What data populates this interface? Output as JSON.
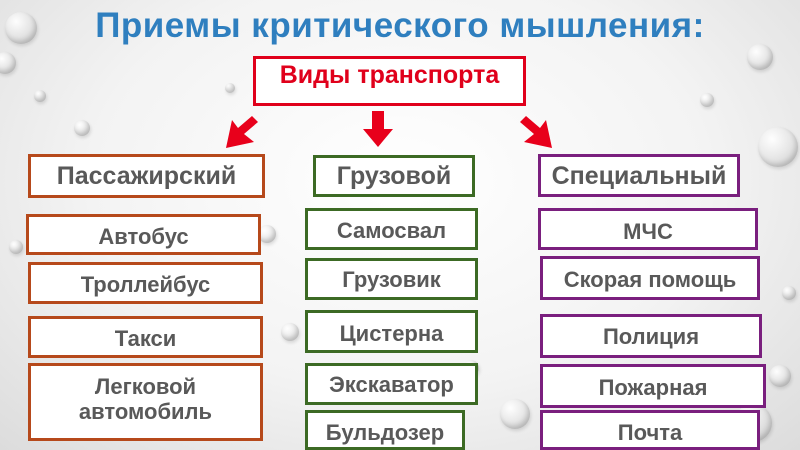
{
  "title": "Приемы критического мышления:",
  "root": "Виды транспорта",
  "columns": [
    {
      "header": "Пассажирский",
      "items": [
        "Автобус",
        "Троллейбус",
        "Такси",
        "Легковой автомобиль"
      ]
    },
    {
      "header": "Грузовой",
      "items": [
        "Самосвал",
        "Грузовик",
        "Цистерна",
        "Экскаватор",
        "Бульдозер"
      ]
    },
    {
      "header": "Специальный",
      "items": [
        "МЧС",
        "Скорая помощь",
        "Полиция",
        "Пожарная",
        "Почта"
      ]
    }
  ],
  "colors": {
    "title": "#2f7fbf",
    "root_border": "#e0001b",
    "arrow": "#e8001b",
    "col1_border": "#b6491b",
    "col2_border": "#3c6a24",
    "col3_border": "#7a1f7e",
    "text": "#595959"
  },
  "icons": [
    "arrow-down-left-icon",
    "arrow-down-icon",
    "arrow-down-right-icon"
  ]
}
